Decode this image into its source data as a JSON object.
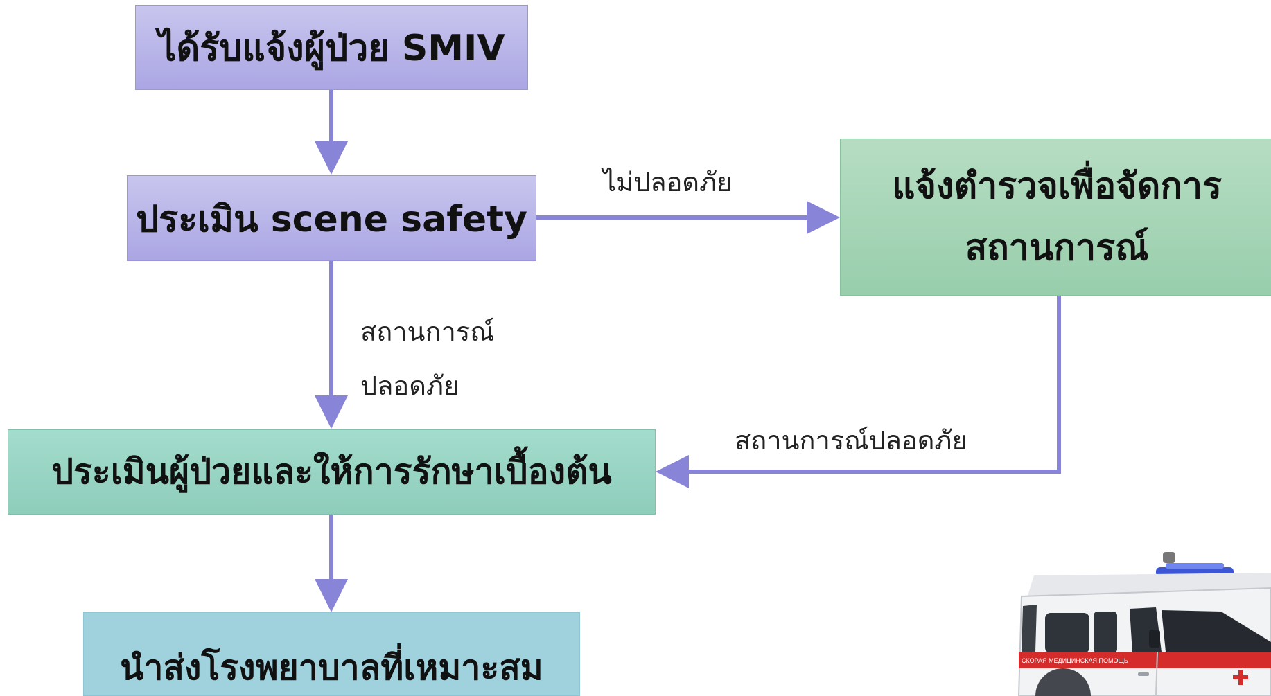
{
  "boxes": {
    "receive": "ได้รับแจ้งผู้ป่วย SMIV",
    "scene": "ประเมิน scene safety",
    "police_line1": "แจ้งตำรวจเพื่อจัดการ",
    "police_line2": "สถานการณ์",
    "assess": "ประเมินผู้ป่วยและให้การรักษาเบื้องต้น",
    "transfer": "นำส่งโรงพยาบาลที่เหมาะสม"
  },
  "labels": {
    "unsafe": "ไม่ปลอดภัย",
    "safe_line1": "สถานการณ์",
    "safe_line2": "ปลอดภัย",
    "safe_return": "สถานการณ์ปลอดภัย"
  },
  "ambulance": {
    "side_text": "СКОРАЯ МЕДИЦИНСКАЯ ПОМОЩЬ"
  },
  "colors": {
    "arrow": "#8884d8"
  }
}
